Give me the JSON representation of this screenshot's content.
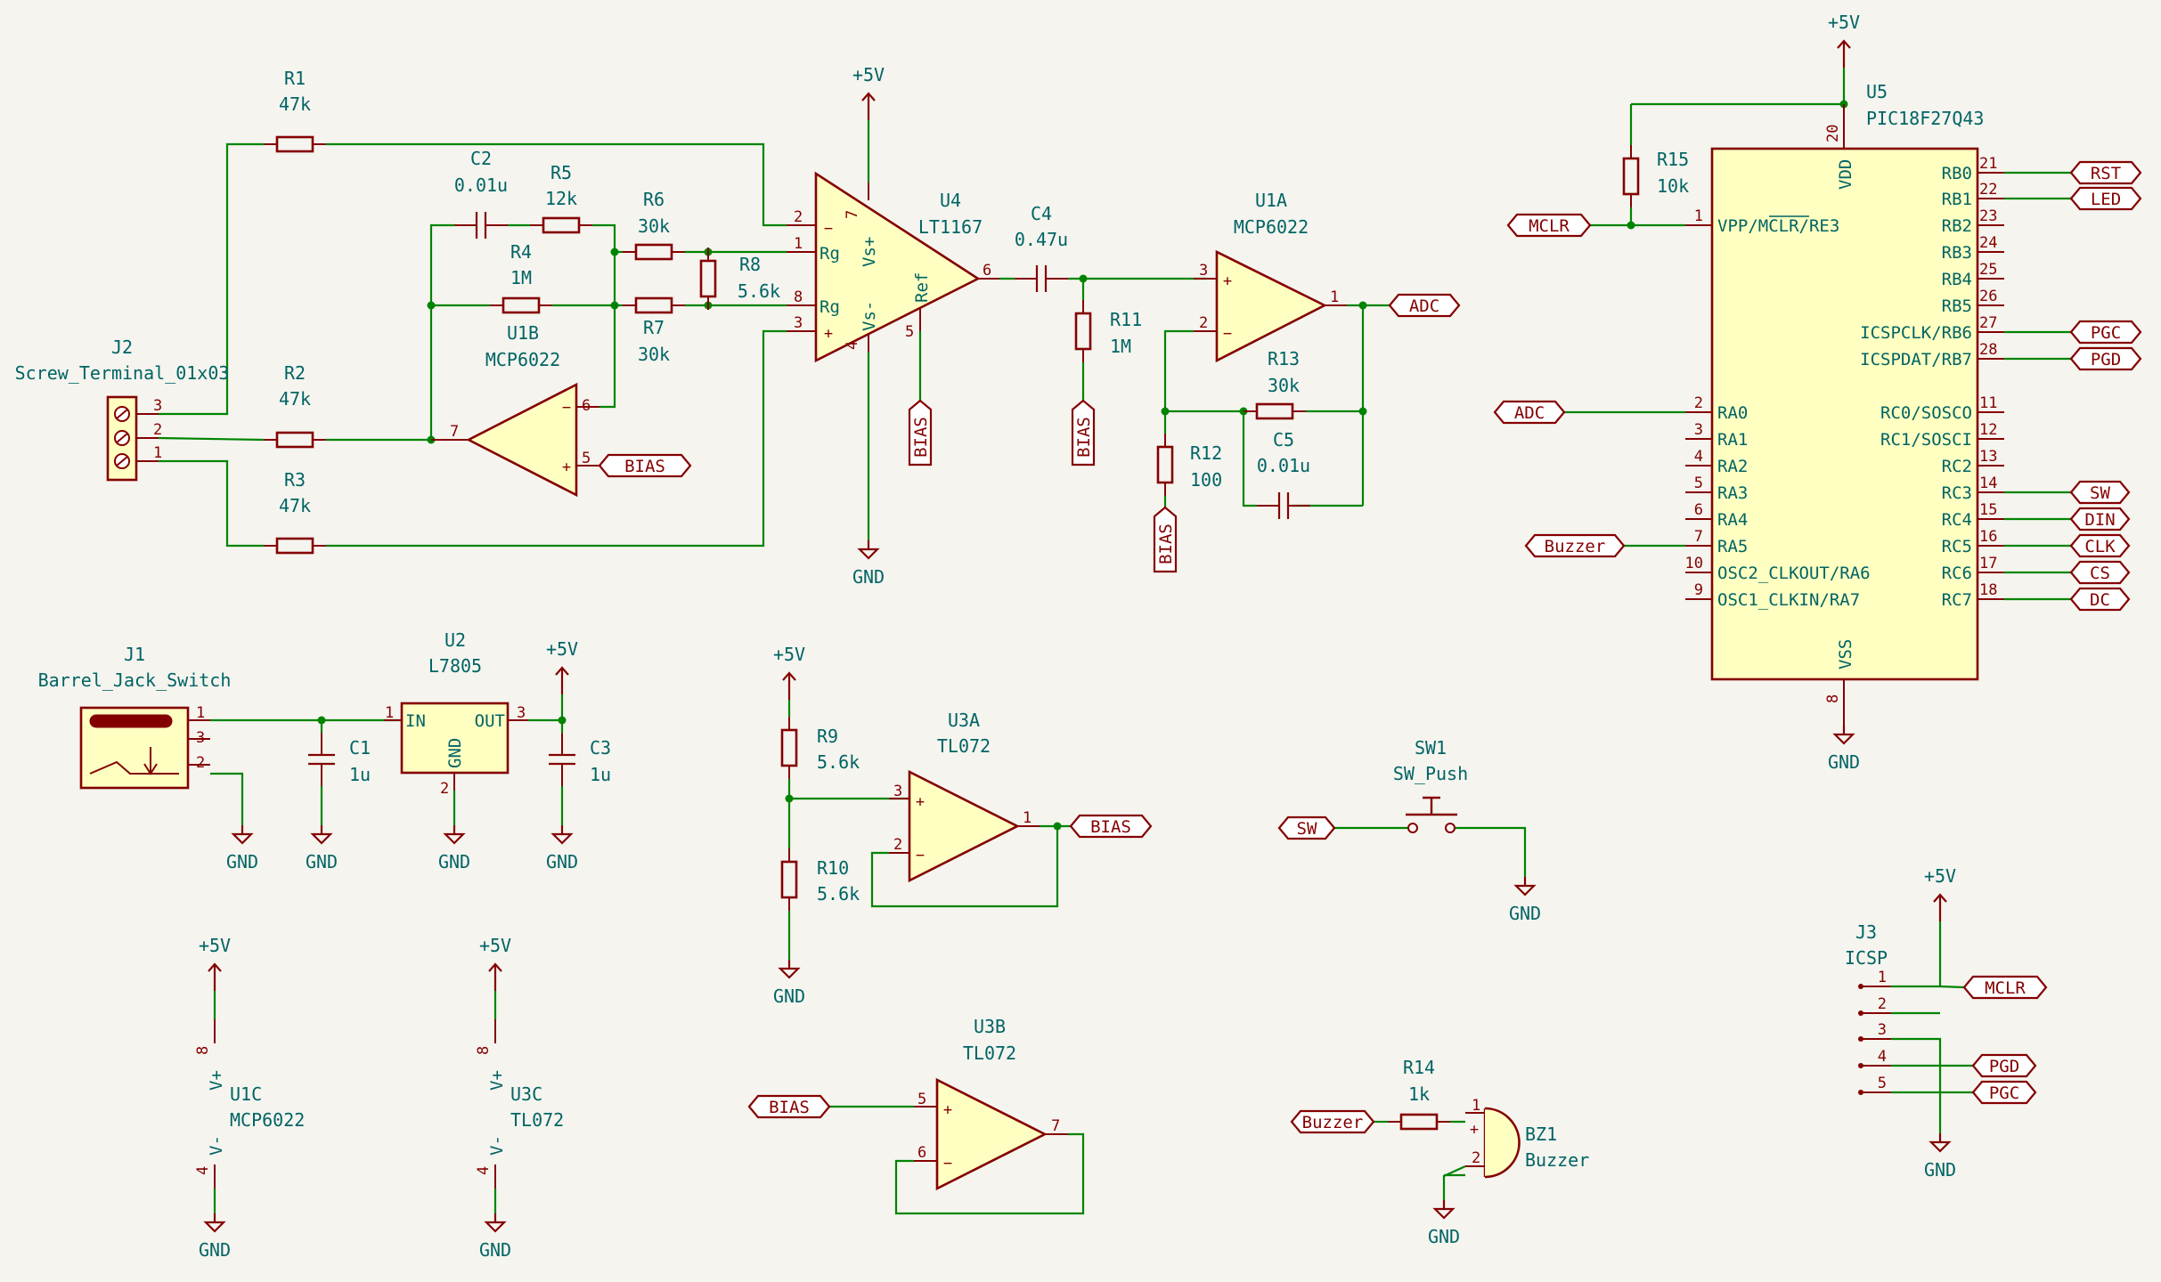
{
  "power": {
    "vcc": "+5V",
    "gnd": "GND"
  },
  "nets": {
    "bias": "BIAS",
    "adc": "ADC",
    "mclr": "MCLR",
    "buzzer": "Buzzer",
    "sw": "SW",
    "rst": "RST",
    "led": "LED",
    "pgc": "PGC",
    "pgd": "PGD",
    "din": "DIN",
    "clk": "CLK",
    "cs": "CS",
    "dc": "DC"
  },
  "parts": {
    "R1": {
      "ref": "R1",
      "value": "47k"
    },
    "R2": {
      "ref": "R2",
      "value": "47k"
    },
    "R3": {
      "ref": "R3",
      "value": "47k"
    },
    "R4": {
      "ref": "R4",
      "value": "1M"
    },
    "R5": {
      "ref": "R5",
      "value": "12k"
    },
    "R6": {
      "ref": "R6",
      "value": "30k"
    },
    "R7": {
      "ref": "R7",
      "value": "30k"
    },
    "R8": {
      "ref": "R8",
      "value": "5.6k"
    },
    "R9": {
      "ref": "R9",
      "value": "5.6k"
    },
    "R10": {
      "ref": "R10",
      "value": "5.6k"
    },
    "R11": {
      "ref": "R11",
      "value": "1M"
    },
    "R12": {
      "ref": "R12",
      "value": "100"
    },
    "R13": {
      "ref": "R13",
      "value": "30k"
    },
    "R14": {
      "ref": "R14",
      "value": "1k"
    },
    "R15": {
      "ref": "R15",
      "value": "10k"
    },
    "C1": {
      "ref": "C1",
      "value": "1u"
    },
    "C2": {
      "ref": "C2",
      "value": "0.01u"
    },
    "C3": {
      "ref": "C3",
      "value": "1u"
    },
    "C4": {
      "ref": "C4",
      "value": "0.47u"
    },
    "C5": {
      "ref": "C5",
      "value": "0.01u"
    },
    "J1": {
      "ref": "J1",
      "value": "Barrel_Jack_Switch"
    },
    "J2": {
      "ref": "J2",
      "value": "Screw_Terminal_01x03"
    },
    "J3": {
      "ref": "J3",
      "value": "ICSP"
    },
    "U1A": {
      "ref": "U1A",
      "value": "MCP6022"
    },
    "U1B": {
      "ref": "U1B",
      "value": "MCP6022"
    },
    "U1C": {
      "ref": "U1C",
      "value": "MCP6022"
    },
    "U2": {
      "ref": "U2",
      "value": "L7805"
    },
    "U3A": {
      "ref": "U3A",
      "value": "TL072"
    },
    "U3B": {
      "ref": "U3B",
      "value": "TL072"
    },
    "U3C": {
      "ref": "U3C",
      "value": "TL072"
    },
    "U4": {
      "ref": "U4",
      "value": "LT1167"
    },
    "U5": {
      "ref": "U5",
      "value": "PIC18F27Q43"
    },
    "SW1": {
      "ref": "SW1",
      "value": "SW_Push"
    },
    "BZ1": {
      "ref": "BZ1",
      "value": "Buzzer"
    }
  },
  "u4_pins": {
    "rg": "Rg",
    "vsp": "Vs+",
    "vsn": "Vs-",
    "ref": "Ref"
  },
  "u2_pins": {
    "in": "IN",
    "out": "OUT",
    "gnd": "GND"
  },
  "supply_pins": {
    "vp": "V+",
    "vn": "V-"
  },
  "u5_pins": {
    "vdd": "VDD",
    "vss": "VSS",
    "left": [
      {
        "num": "1",
        "name": "VPP/MCLR/RE3"
      },
      {
        "num": "2",
        "name": "RA0"
      },
      {
        "num": "3",
        "name": "RA1"
      },
      {
        "num": "4",
        "name": "RA2"
      },
      {
        "num": "5",
        "name": "RA3"
      },
      {
        "num": "6",
        "name": "RA4"
      },
      {
        "num": "7",
        "name": "RA5"
      },
      {
        "num": "10",
        "name": "OSC2_CLKOUT/RA6"
      },
      {
        "num": "9",
        "name": "OSC1_CLKIN/RA7"
      }
    ],
    "right": [
      {
        "num": "21",
        "name": "RB0"
      },
      {
        "num": "22",
        "name": "RB1"
      },
      {
        "num": "23",
        "name": "RB2"
      },
      {
        "num": "24",
        "name": "RB3"
      },
      {
        "num": "25",
        "name": "RB4"
      },
      {
        "num": "26",
        "name": "RB5"
      },
      {
        "num": "27",
        "name": "ICSPCLK/RB6"
      },
      {
        "num": "28",
        "name": "ICSPDAT/RB7"
      },
      {
        "num": "11",
        "name": "RC0/SOSCO"
      },
      {
        "num": "12",
        "name": "RC1/SOSCI"
      },
      {
        "num": "13",
        "name": "RC2"
      },
      {
        "num": "14",
        "name": "RC3"
      },
      {
        "num": "15",
        "name": "RC4"
      },
      {
        "num": "16",
        "name": "RC5"
      },
      {
        "num": "17",
        "name": "RC6"
      },
      {
        "num": "18",
        "name": "RC7"
      }
    ]
  }
}
